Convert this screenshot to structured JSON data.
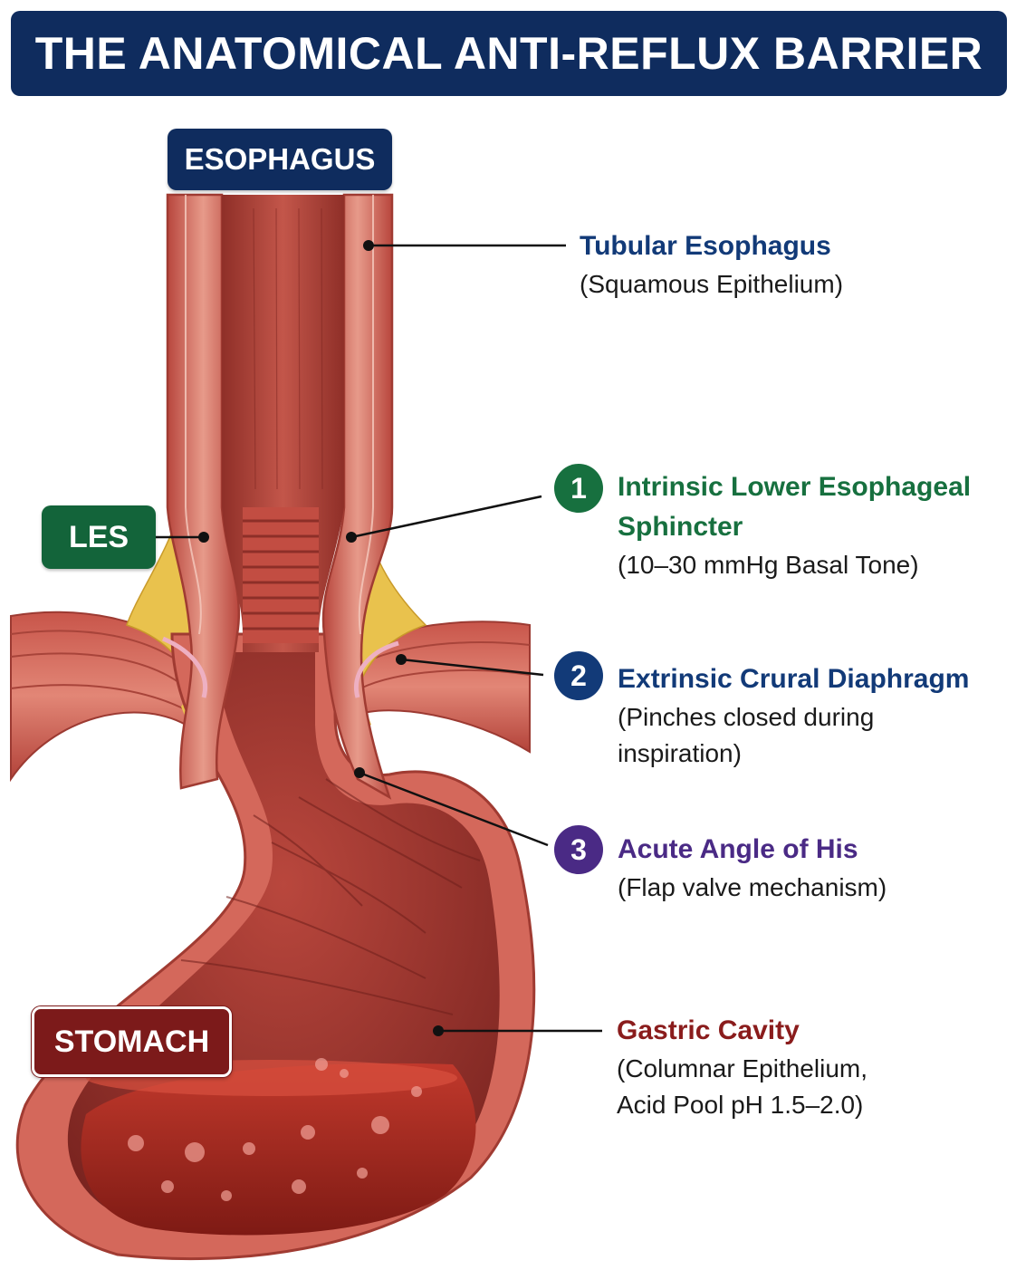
{
  "title": "THE ANATOMICAL ANTI-REFLUX BARRIER",
  "tags": {
    "esophagus": "ESOPHAGUS",
    "les": "LES",
    "stomach": "STOMACH"
  },
  "callouts": [
    {
      "number": "",
      "heading": [
        "Tubular Esophagus"
      ],
      "detail": [
        "(Squamous Epithelium)"
      ],
      "color": "#123a78"
    },
    {
      "number": "1",
      "heading": [
        "Intrinsic Lower Esophageal",
        "Sphincter"
      ],
      "detail": [
        "(10–30 mmHg Basal Tone)"
      ],
      "color": "#17703f"
    },
    {
      "number": "2",
      "heading": [
        "Extrinsic Crural Diaphragm"
      ],
      "detail": [
        "(Pinches closed during",
        "inspiration)"
      ],
      "color": "#123a78"
    },
    {
      "number": "3",
      "heading": [
        "Acute Angle of His"
      ],
      "detail": [
        "(Flap valve mechanism)"
      ],
      "color": "#4a2a85"
    },
    {
      "number": "",
      "heading": [
        "Gastric Cavity"
      ],
      "detail": [
        "(Columnar Epithelium,",
        "Acid Pool pH 1.5–2.0)"
      ],
      "color": "#8a1c1c"
    }
  ],
  "colors": {
    "navy": "#0f2c5e",
    "green": "#13643a",
    "purple": "#4a2a85",
    "maroon": "#7c1a1a",
    "tissue": "#c9584d",
    "tissue_light": "#e08a7c",
    "fat": "#e9c24d",
    "acid": "#a8281f"
  }
}
